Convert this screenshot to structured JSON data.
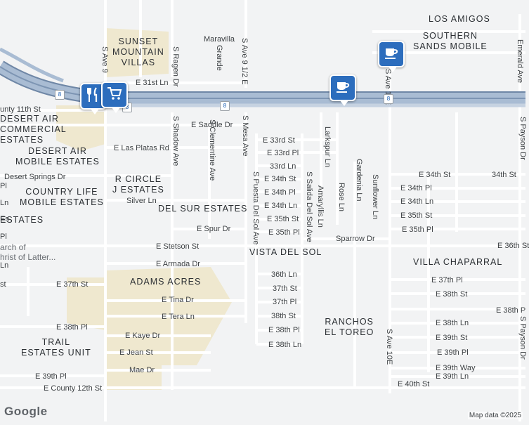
{
  "map": {
    "attribution": "Map data ©2025",
    "logo": "Google",
    "colors": {
      "freeway": "#8fa6c2",
      "background": "#f2f3f4",
      "park": "#efe8cf",
      "pin": "#2c6dbd"
    },
    "interstate_shield": "8",
    "areas": [
      {
        "name": "LOS AMIGOS"
      },
      {
        "name": "SOUTHERN\nSANDS MOBILE"
      },
      {
        "name": "SUNSET\nMOUNTAIN\nVILLAS"
      },
      {
        "name": "DESERT AIR\nCOMMERCIAL\nESTATES"
      },
      {
        "name": "DESERT AIR\nMOBILE ESTATES"
      },
      {
        "name": "R CIRCLE\nJ ESTATES"
      },
      {
        "name": "COUNTRY LIFE\nMOBILE ESTATES"
      },
      {
        "name": "DEL SUR ESTATES"
      },
      {
        "name": "ESTATES"
      },
      {
        "name": "VISTA DEL SOL"
      },
      {
        "name": "VILLA CHAPARRAL"
      },
      {
        "name": "ADAMS ACRES"
      },
      {
        "name": "RANCHOS\nEL TOREO"
      },
      {
        "name": "TRAIL\nESTATES UNIT"
      }
    ],
    "streets_h": [
      "Maravilla",
      "E 31st Ln",
      "unty 11th St",
      "E Saddle Dr",
      "E 33rd St",
      "E Las Platas Rd",
      "E 33rd Pl",
      "33rd Ln",
      "Desert Springs Dr",
      "E 34th St",
      "E 34th St",
      "34th St",
      "E 34th Pl",
      "E 34th Pl",
      "Silver Ln",
      "E 34th Ln",
      "E 34th Ln",
      "E 35th St",
      "E 35th St",
      "E Spur Dr",
      "E 35th Pl",
      "E 35th Pl",
      "Sparrow Dr",
      "E Stetson St",
      "E 36th St",
      "E Armada Dr",
      "36th Ln",
      "E 37th St",
      "37th St",
      "E 37th Pl",
      "37th Pl",
      "E Tina Dr",
      "E 38th St",
      "38th St",
      "E Tera Ln",
      "E 38th P",
      "E 38th Pl",
      "E 38th Pl",
      "E 38th Ln",
      "E Kaye Dr",
      "E 39th St",
      "E Jean St",
      "E 38th Ln",
      "E 39th Pl",
      "E 39th Pl",
      "Mae Dr",
      "E 39th Way",
      "E 39th Ln",
      "E 40th St",
      "E County 12th St",
      "Pl",
      "Ln",
      "Es",
      "Pl",
      "Ln",
      "st"
    ],
    "streets_v": [
      "S Ave 9",
      "S Ragen Dr",
      "Grande",
      "S Ave 9 1/2 E",
      "S Shadow Ave",
      "S Clementine Ave",
      "S Mesa Ave",
      "S Puesta Del Sol Ave",
      "S Salida Del Sol Ave",
      "Larkspur Ln",
      "Amaryllis Ln",
      "Rose Ln",
      "Gardenia Ln",
      "Sunflower Ln",
      "S Ave 10E",
      "S Ave 10E",
      "Emerald Ave",
      "S Payson Dr",
      "S Payson Dr"
    ],
    "poi_text": [
      "arch of",
      "hrist of Latter..."
    ],
    "pins": [
      {
        "icon": "restaurant-icon"
      },
      {
        "icon": "shopping-cart-icon"
      },
      {
        "icon": "coffee-cup-icon"
      },
      {
        "icon": "coffee-cup-icon"
      }
    ]
  }
}
